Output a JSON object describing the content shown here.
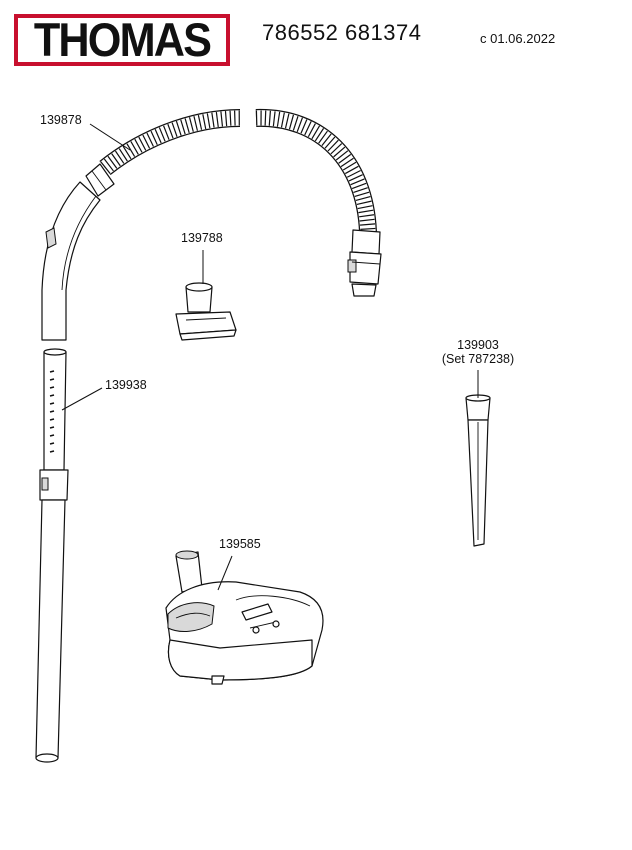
{
  "brand": {
    "logo_text": "THOMAS",
    "logo_border_color": "#c8102e"
  },
  "header": {
    "document_number": "786552 681374",
    "date": "c 01.06.2022"
  },
  "parts": [
    {
      "number": "139878"
    },
    {
      "number": "139788"
    },
    {
      "number": "139938"
    },
    {
      "number": "139903",
      "note": "(Set 787238)"
    },
    {
      "number": "139585"
    }
  ]
}
